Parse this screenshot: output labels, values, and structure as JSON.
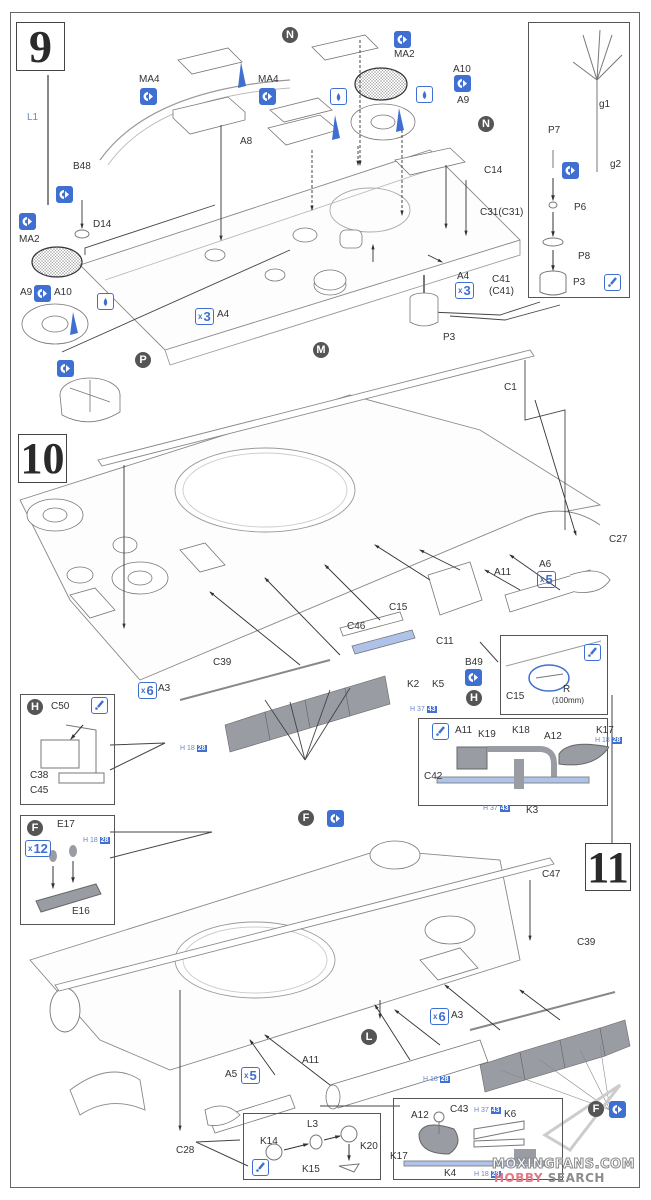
{
  "sheet": {
    "title": "Assembly instructions, steps 9-11",
    "colors": {
      "accent_blue": "#3f6fd1",
      "marker_gray": "#555555",
      "line": "#444444",
      "track_gray": "#9a9ca3"
    }
  },
  "steps": [
    {
      "number": "9"
    },
    {
      "number": "10"
    },
    {
      "number": "11"
    }
  ],
  "step9": {
    "labels": {
      "L1": "L1",
      "B48": "B48",
      "D14": "D14",
      "MA2_left": "MA2",
      "A9_left": "A9",
      "A10_left": "A10",
      "MA4_1": "MA4",
      "MA4_2": "MA4",
      "A8": "A8",
      "MA2_top": "MA2",
      "A10_top": "A10",
      "A9_top": "A9",
      "C14": "C14",
      "C31": "C31(C31)",
      "C41": "C41",
      "C41b": "(C41)",
      "A4_right": "A4",
      "A4_left": "A4",
      "P3": "P3",
      "g1": "g1",
      "g2": "g2",
      "P7": "P7",
      "P6": "P6",
      "P8": "P8",
      "P3_inset": "P3"
    },
    "qty_A4_left": "3",
    "qty_A4_right": "3",
    "markers": {
      "N1": "N",
      "N2": "N",
      "M": "M",
      "P": "P"
    }
  },
  "step10": {
    "labels": {
      "C1": "C1",
      "C27": "C27",
      "A6": "A6",
      "A11": "A11",
      "C15": "C15",
      "C11": "C11",
      "C46": "C46",
      "K2": "K2",
      "K5": "K5",
      "B49": "B49",
      "C39": "C39",
      "A3": "A3",
      "inset_R_C15": "C15",
      "inset_R": "R",
      "inset_R_note": "(100mm)",
      "inset_H_C50": "C50",
      "inset_H_C38": "C38",
      "inset_H_C45": "C45",
      "inset_F_E17": "E17",
      "inset_F_E16": "E16",
      "exh_A11": "A11",
      "exh_K19": "K19",
      "exh_K18": "K18",
      "exh_A12": "A12",
      "exh_K17": "K17",
      "exh_C42": "C42",
      "exh_K3": "K3"
    },
    "qty_A6": "5",
    "qty_A3": "6",
    "qty_F": "12",
    "markers": {
      "H1": "H",
      "H2": "H",
      "F1": "F",
      "F2": "F"
    },
    "color_refs": [
      {
        "id": "ref-k2",
        "prefix": "H",
        "a": "37",
        "b": "43"
      },
      {
        "id": "ref-track",
        "prefix": "H",
        "a": "18",
        "b": "28"
      },
      {
        "id": "ref-f",
        "prefix": "H",
        "a": "18",
        "b": "28"
      },
      {
        "id": "ref-k17",
        "prefix": "H",
        "a": "18",
        "b": "28"
      },
      {
        "id": "ref-c42",
        "prefix": "H",
        "a": "37",
        "b": "43"
      }
    ]
  },
  "step11": {
    "labels": {
      "C47": "C47",
      "C39": "C39",
      "A3": "A3",
      "A5": "A5",
      "A11": "A11",
      "C28": "C28",
      "K14": "K14",
      "L3": "L3",
      "K20": "K20",
      "K15": "K15",
      "A12": "A12",
      "C43": "C43",
      "K6": "K6",
      "K17": "K17",
      "K4": "K4"
    },
    "qty_A3": "6",
    "qty_A5": "5",
    "markers": {
      "L": "L",
      "F": "F"
    },
    "color_refs": [
      {
        "id": "ref-track11",
        "prefix": "H",
        "a": "18",
        "b": "28"
      },
      {
        "id": "ref-c43",
        "prefix": "H",
        "a": "37",
        "b": "43"
      },
      {
        "id": "ref-k4",
        "prefix": "H",
        "a": "18",
        "b": "28"
      }
    ]
  },
  "watermark": {
    "line1": "MOXINGFANS.COM",
    "line2_a": "HOBBY",
    "line2_b": " SEARCH"
  },
  "icons": [
    "photo-etch-flip-icon",
    "glue-drop-icon",
    "paint-brush-icon",
    "quantity-badge"
  ]
}
